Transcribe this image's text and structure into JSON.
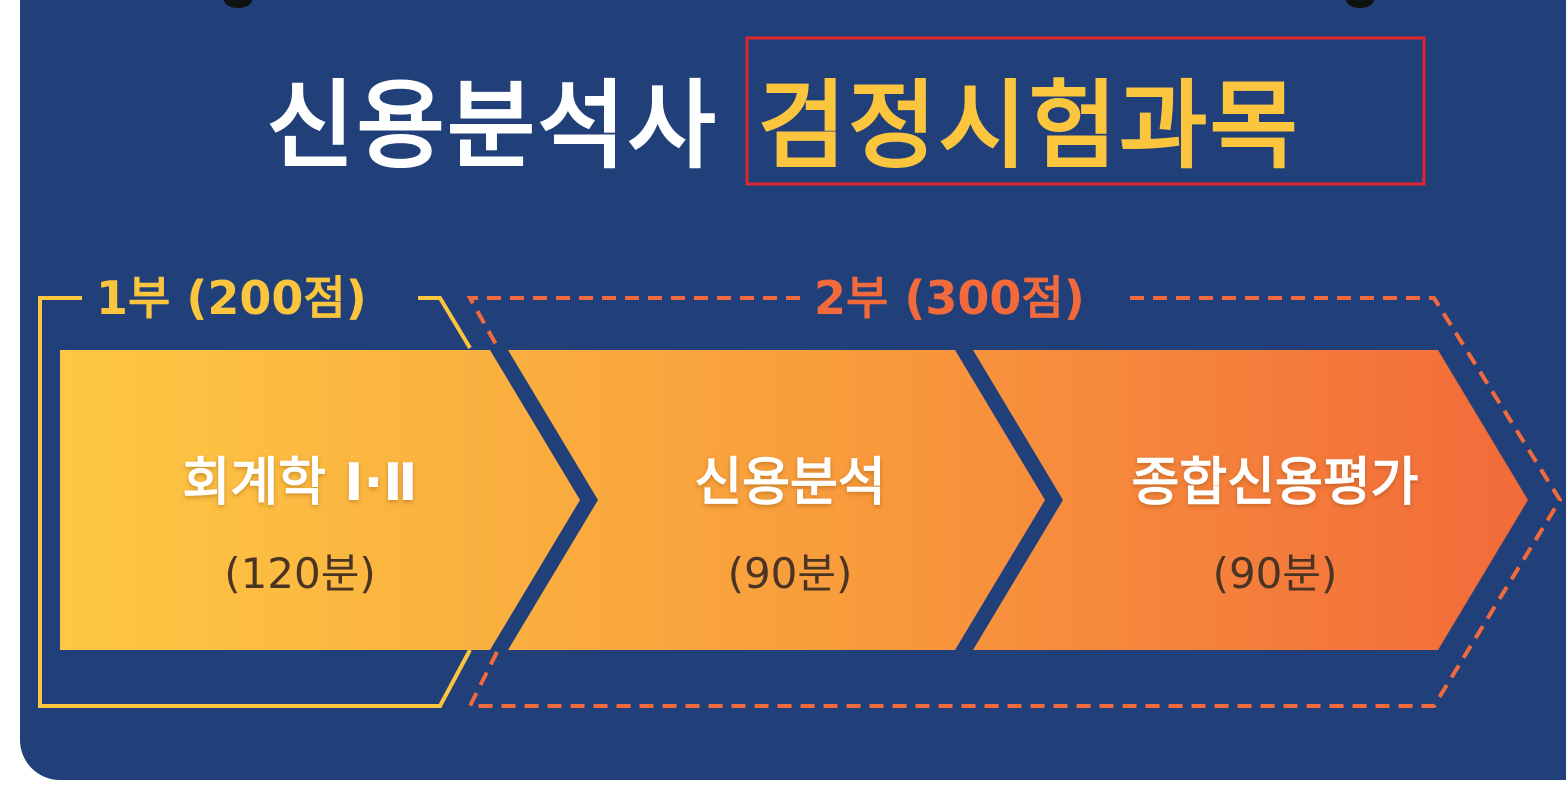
{
  "title": {
    "prefix": "신용분석사",
    "highlight": "검정시험과목"
  },
  "parts": [
    {
      "label": "1부 (200점)"
    },
    {
      "label": "2부 (300점)"
    }
  ],
  "subjects": [
    {
      "name": "회계학 Ⅰ·Ⅱ",
      "duration": "(120분)"
    },
    {
      "name": "신용분석",
      "duration": "(90분)"
    },
    {
      "name": "종합신용평가",
      "duration": "(90분)"
    }
  ],
  "colors": {
    "background": "#21407a",
    "title_white": "#ffffff",
    "title_yellow": "#fbc63e",
    "highlight_box": "#e0262c",
    "part1": "#fbc63e",
    "part2": "#f26a3c",
    "arrow_start": "#fdc843",
    "arrow_end": "#f26a3a"
  }
}
